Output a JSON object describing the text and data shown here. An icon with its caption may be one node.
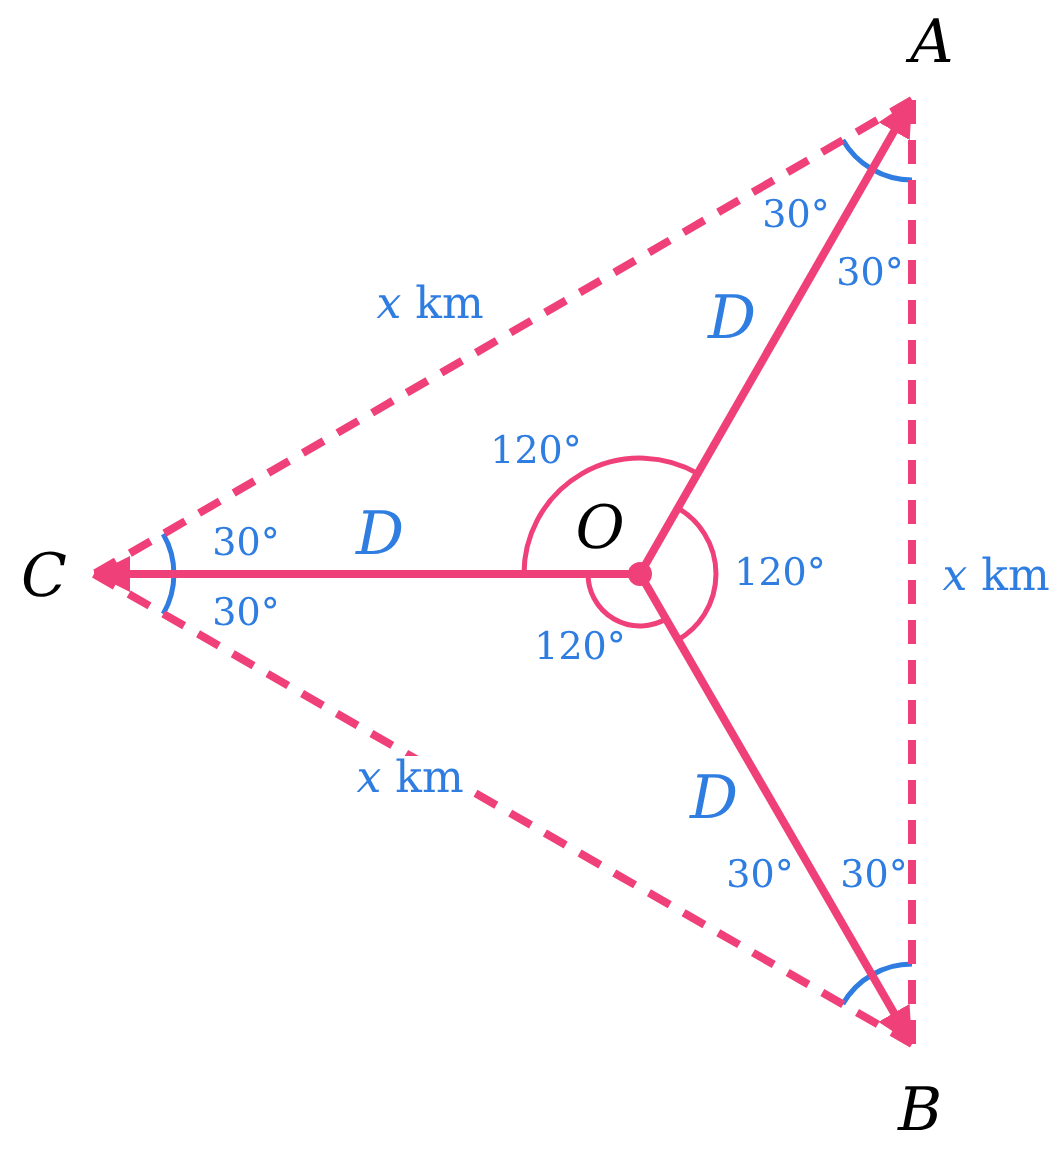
{
  "diagram": {
    "nodes": [
      {
        "text": [
          "A"
        ]
      },
      {
        "text": [
          "C"
        ]
      },
      {
        "text": [
          "O"
        ]
      },
      {
        "text": [
          "B"
        ]
      }
    ],
    "edges": [
      {
        "from": 2,
        "to": 0,
        "arrow": "to",
        "label": "D"
      },
      {
        "from": 2,
        "to": 1,
        "arrow": "to",
        "label": "D"
      },
      {
        "from": 2,
        "to": 3,
        "arrow": "to",
        "label": "D"
      },
      {
        "from": 0,
        "to": 1,
        "arrow": "none",
        "style": "dashed",
        "label": "*x* km"
      },
      {
        "from": 0,
        "to": 3,
        "arrow": "none",
        "style": "dashed",
        "label": "*x* km"
      },
      {
        "from": 1,
        "to": 3,
        "arrow": "none",
        "style": "dashed",
        "label": "*x* km"
      }
    ],
    "labels": [
      "30°",
      "30°",
      "120°",
      "30°",
      "120°",
      "30°",
      "120°",
      "30°",
      "30°"
    ]
  }
}
